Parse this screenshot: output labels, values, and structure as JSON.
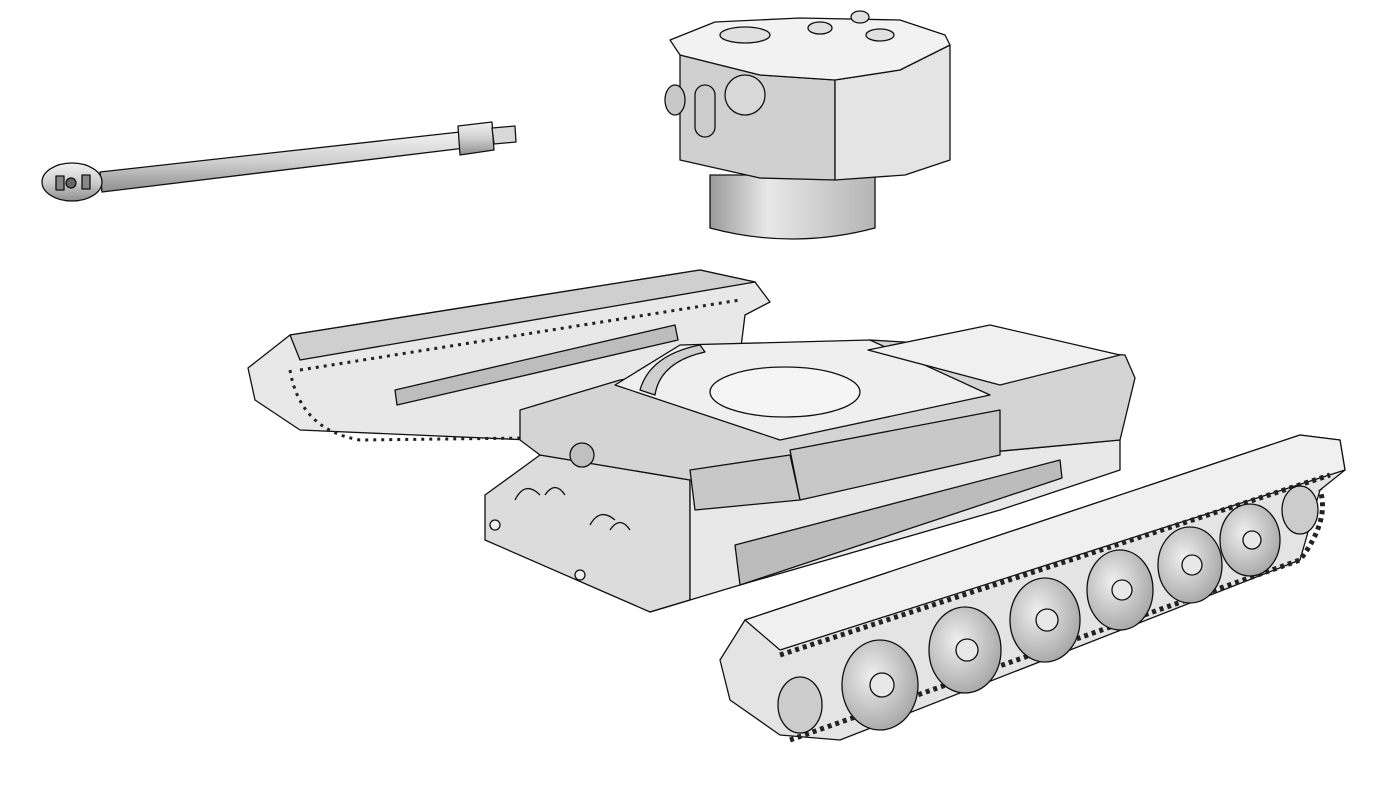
{
  "scene": {
    "parts": [
      "gun-barrel",
      "turret",
      "hull",
      "left-track",
      "right-track"
    ],
    "colors": {
      "background": "#ffffff",
      "light_face": "#e6e6e6",
      "mid_face": "#cfcfcf",
      "dark_face": "#a9a9a9",
      "edge": "#111111"
    }
  }
}
